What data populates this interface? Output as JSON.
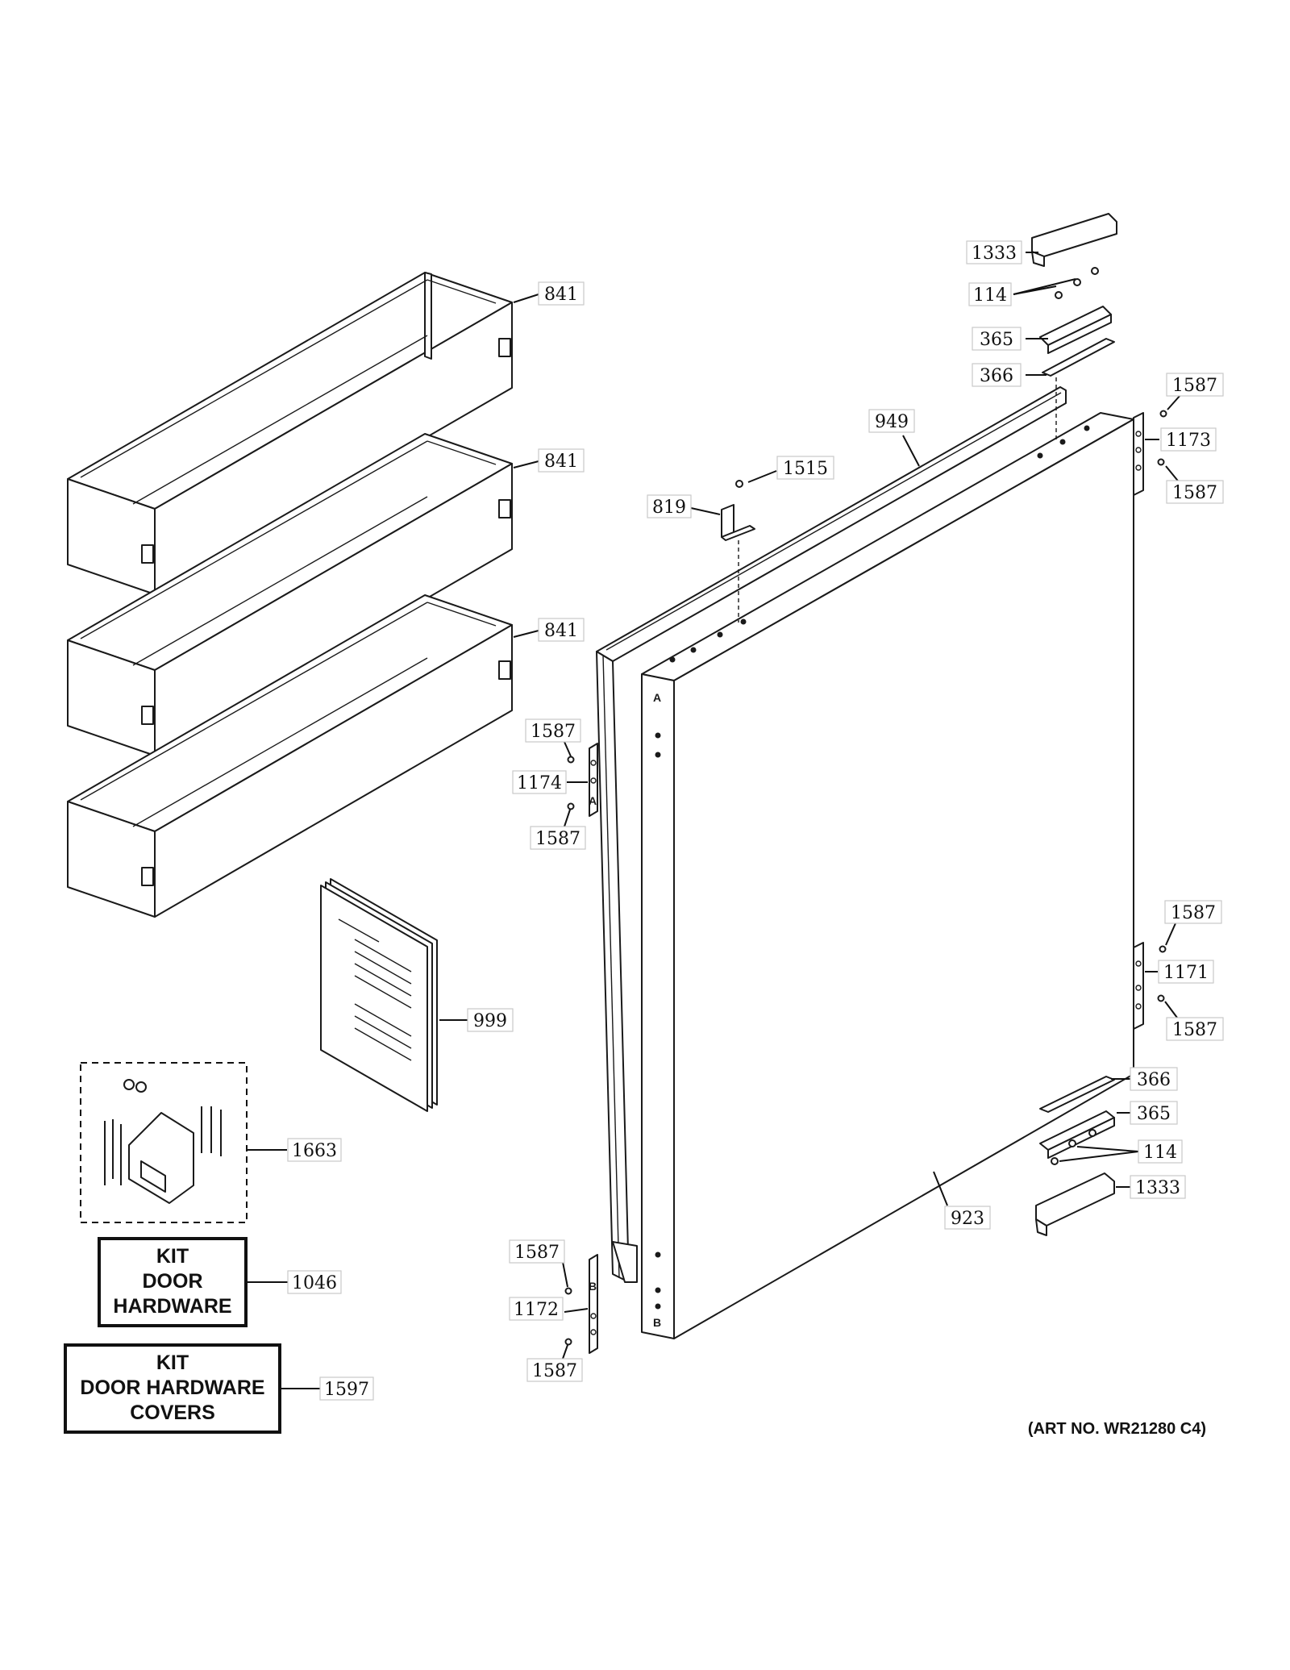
{
  "callouts": {
    "c1333_top": "1333",
    "c114_top": "114",
    "c365_top": "365",
    "c366_top": "366",
    "c841_a": "841",
    "c841_b": "841",
    "c841_c": "841",
    "c949": "949",
    "c1515": "1515",
    "c819": "819",
    "c1587_tr1": "1587",
    "c1173": "1173",
    "c1587_tr2": "1587",
    "c1587_ml1": "1587",
    "c1174": "1174",
    "c1587_ml2": "1587",
    "c1587_mr1": "1587",
    "c1171": "1171",
    "c1587_mr2": "1587",
    "c999": "999",
    "c1663": "1663",
    "c366_bot": "366",
    "c365_bot": "365",
    "c114_bot": "114",
    "c1333_bot": "1333",
    "c923": "923",
    "c1587_bl1": "1587",
    "c1046": "1046",
    "c1172": "1172",
    "c1587_bl2": "1587",
    "c1597": "1597"
  },
  "kits": {
    "door_hardware": {
      "line1": "KIT",
      "line2": "DOOR",
      "line3": "HARDWARE"
    },
    "door_hardware_covers": {
      "line1": "KIT",
      "line2": "DOOR HARDWARE",
      "line3": "COVERS"
    }
  },
  "door_markers": {
    "top": "A",
    "bottom": "B",
    "hinge_top": "A",
    "hinge_bottom": "B"
  },
  "art_number": "(ART NO. WR21280 C4)"
}
